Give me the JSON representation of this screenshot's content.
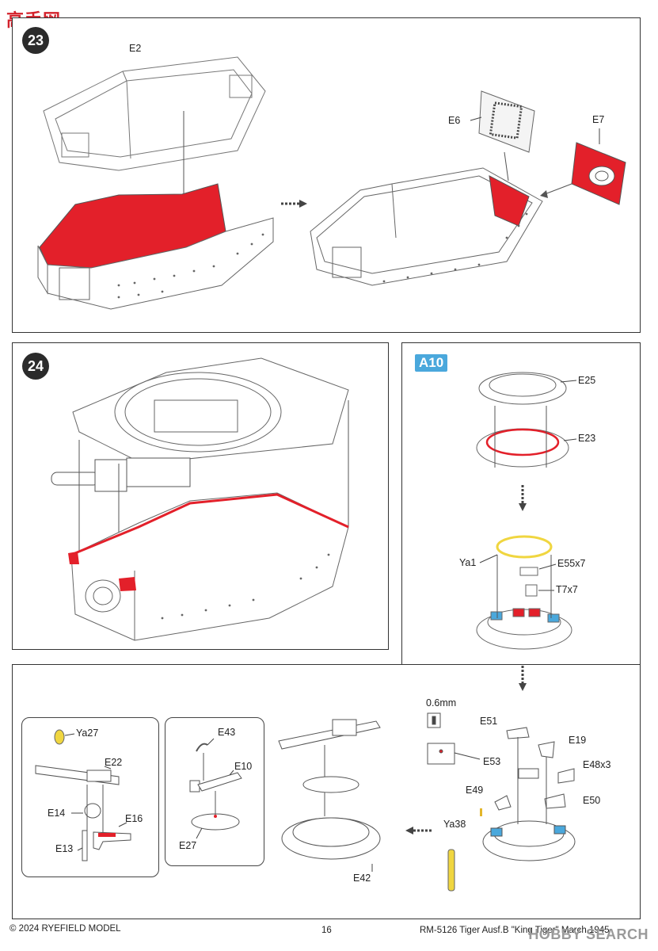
{
  "header": {
    "logo_text": "高手网"
  },
  "steps": {
    "s23": {
      "number": "23",
      "parts": {
        "E2": "E2",
        "E6": "E6",
        "E7": "E7"
      }
    },
    "s24": {
      "number": "24"
    },
    "a10": {
      "badge": "A10",
      "parts": [
        "E25",
        "E23",
        "Ya1",
        "E55x7",
        "T7x7"
      ]
    },
    "bottom": {
      "left_box": {
        "parts": [
          "Ya27",
          "E22",
          "E14",
          "E16",
          "E13"
        ]
      },
      "mid_box": {
        "parts": [
          "E43",
          "E10",
          "E27"
        ]
      },
      "center": {
        "parts": [
          "E42"
        ]
      },
      "right": {
        "thickness": "0.6mm",
        "parts": [
          "E51",
          "E19",
          "E53",
          "E48x3",
          "E49",
          "E50",
          "Ya38"
        ]
      }
    }
  },
  "footer": {
    "copyright": "© 2024 RYEFIELD MODEL",
    "page_number": "16",
    "product": "RM-5126 Tiger Ausf.B \"King Tiger\" March 1945"
  },
  "watermark": "HOBBY SEARCH",
  "colors": {
    "highlight_red": "#e3202a",
    "accent_blue": "#4aa8dc",
    "photoetch_yellow": "#f0d640"
  }
}
